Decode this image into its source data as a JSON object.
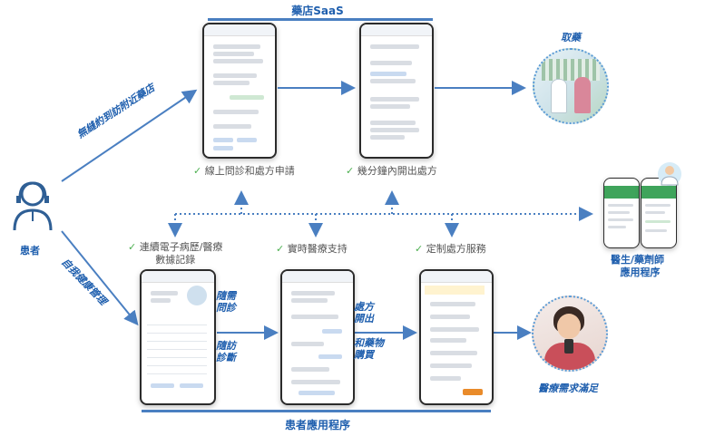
{
  "top": {
    "title": "藥店SaaS",
    "step1": "線上問診和處方申請",
    "step2": "幾分鐘內開出處方",
    "result": "取藥",
    "edge_label": "無縫約到訪附近藥店"
  },
  "left": {
    "patient_label": "患者",
    "edge_label": "自我健康管理"
  },
  "middle": {
    "item1_line1": "連續電子病歷/醫療",
    "item1_line2": "數據記錄",
    "item2": "實時醫療支持",
    "item3": "定制處方服務",
    "right_label_line1": "醫生/藥劑師",
    "right_label_line2": "應用程序"
  },
  "bottom": {
    "title": "患者應用程序",
    "side_a_line1": "隨需",
    "side_a_line2": "問診",
    "side_b_line1": "隨訪",
    "side_b_line2": "診斷",
    "side_c_line1": "處方",
    "side_c_line2": "開出",
    "side_d_line1": "和藥物",
    "side_d_line2": "購買",
    "result": "醫療需求滿足"
  },
  "icons": [
    "check-icon",
    "doctor-icon",
    "patient-icon",
    "arrow-icon"
  ]
}
